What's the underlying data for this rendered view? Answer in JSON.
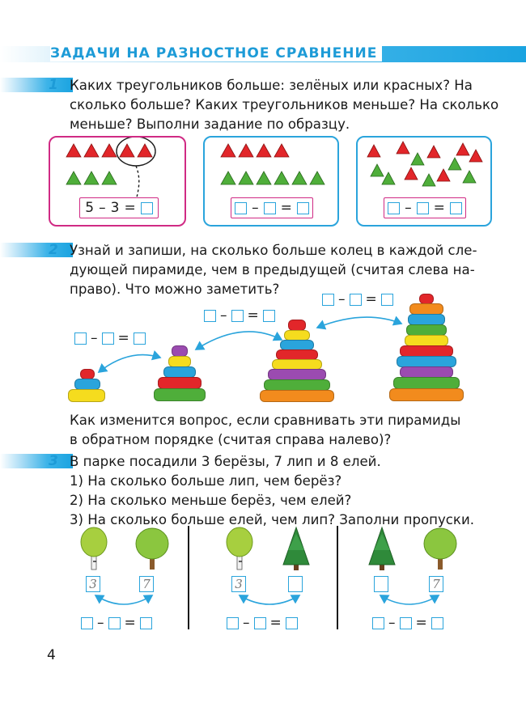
{
  "header": {
    "title": "ЗАДАЧИ НА РАЗНОСТНОЕ СРАВНЕНИЕ"
  },
  "task1": {
    "number": "1",
    "lines": [
      "Каких треугольников больше: зелёных или красных? На",
      "сколько больше? Каких треугольников меньше? На сколько",
      "меньше? Выполни задание по образцу."
    ],
    "example": {
      "a": "5",
      "minus": "–",
      "b": "3",
      "equals": "="
    },
    "colors": {
      "red": "#e2262a",
      "green": "#4fae3a",
      "panel1": "#d02a84",
      "panel2": "#2aa4dc"
    }
  },
  "task2": {
    "number": "2",
    "lines": [
      "Узнай и запиши, на сколько больше колец в каждой сле-",
      "дующей пирамиде, чем в предыдущей (считая слева на-",
      "право). Что можно заметить?"
    ],
    "after_lines": [
      "Как изменится вопрос, если сравнивать эти пирамиды",
      "в обратном порядке (считая справа налево)?"
    ],
    "pyramids": [
      {
        "rings": [
          "#e2262a",
          "#2aa4dc",
          "#f5dc1e"
        ]
      },
      {
        "rings": [
          "#9b4bb0",
          "#f5dc1e",
          "#2aa4dc",
          "#e2262a",
          "#4fae3a"
        ]
      },
      {
        "rings": [
          "#e2262a",
          "#f5dc1e",
          "#2aa4dc",
          "#e2262a",
          "#f5dc1e",
          "#9b4bb0",
          "#4fae3a",
          "#f28b1d"
        ]
      },
      {
        "rings": [
          "#e2262a",
          "#f28b1d",
          "#2aa4dc",
          "#4fae3a",
          "#f5dc1e",
          "#e2262a",
          "#2aa4dc",
          "#9b4bb0",
          "#4fae3a",
          "#f28b1d"
        ]
      }
    ],
    "minus": "–",
    "equals": "="
  },
  "task3": {
    "number": "3",
    "intro": "В парке посадили 3 берёзы, 7 лип и 8 елей.",
    "questions": [
      "1) На сколько больше лип, чем берёз?",
      "2) На сколько меньше берёз, чем елей?",
      "3) На сколько больше елей, чем лип? Заполни пропуски."
    ],
    "groups": [
      {
        "left_tree": "birch-icon",
        "right_tree": "linden-icon",
        "left_value": "3",
        "right_value": "7"
      },
      {
        "left_tree": "birch-icon",
        "right_tree": "spruce-icon",
        "left_value": "3",
        "right_value": ""
      },
      {
        "left_tree": "spruce-icon",
        "right_tree": "linden-icon",
        "left_value": "",
        "right_value": "7"
      }
    ],
    "minus": "–",
    "equals": "="
  },
  "footer": {
    "page_number": "4"
  }
}
